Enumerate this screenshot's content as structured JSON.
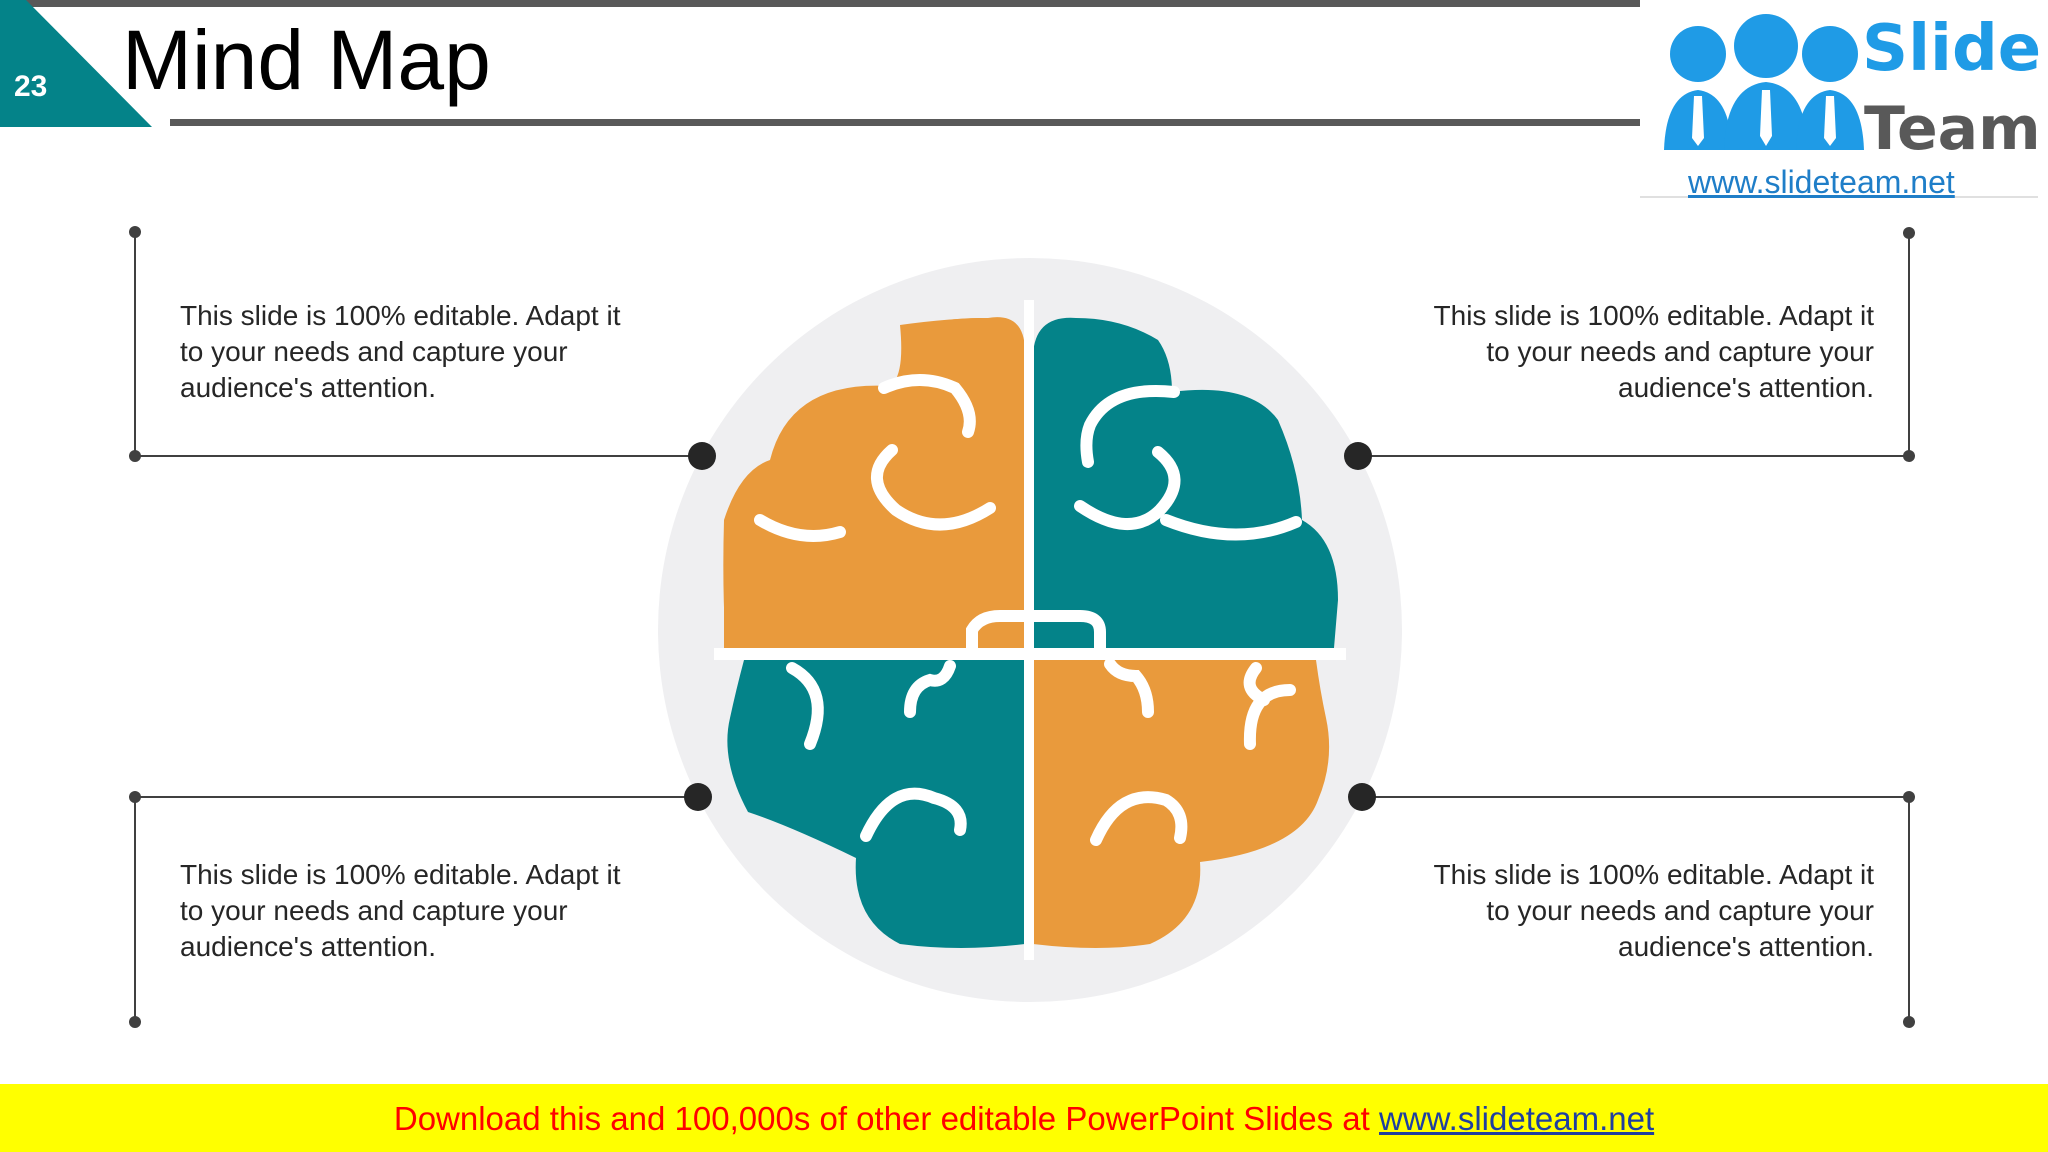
{
  "slide": {
    "number": "23",
    "title": "Mind Map"
  },
  "logo": {
    "word1": "Slide",
    "word2": "Team",
    "url": "www.slideteam.net"
  },
  "text_blocks": {
    "top_left": [
      "This slide is 100% editable. Adapt it",
      "to your needs and capture your",
      "audience's attention."
    ],
    "top_right": [
      "This slide is 100% editable. Adapt it",
      "to your needs and capture your",
      "audience's attention."
    ],
    "bottom_left": [
      "This slide is 100% editable. Adapt it",
      "to your needs and capture your",
      "audience's attention."
    ],
    "bottom_right": [
      "This slide is 100% editable. Adapt it",
      "to your needs and capture your",
      "audience's attention."
    ]
  },
  "footer": {
    "text": "Download this and 100,000s of other editable PowerPoint Slides at ",
    "link": "www.slideteam.net"
  },
  "colors": {
    "accent_teal": "#048389",
    "accent_orange": "#E99A3C",
    "circle_bg": "#EFEFF1",
    "footer_bg": "#FFFF00",
    "footer_text": "#FF0000",
    "logo_blue": "#1F9BE6"
  }
}
